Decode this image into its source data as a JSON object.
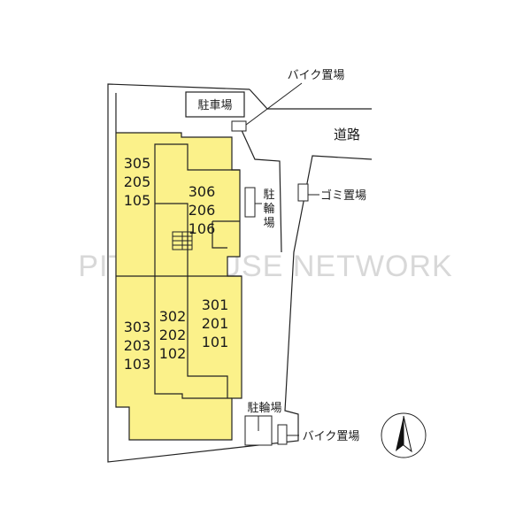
{
  "watermark": "PITAT HOUSE NETWORK",
  "colors": {
    "building_fill": "#fbf18a",
    "line": "#222222",
    "watermark": "#d8d8d8"
  },
  "units": {
    "west_top": [
      "305",
      "205",
      "105"
    ],
    "center_top": [
      "306",
      "206",
      "106"
    ],
    "west_bottom": [
      "303",
      "203",
      "103"
    ],
    "center_bottom": [
      "302",
      "202",
      "102"
    ],
    "east_bottom": [
      "301",
      "201",
      "101"
    ]
  },
  "labels": {
    "parking": "駐車場",
    "bike_parking_top": "バイク置場",
    "road": "道路",
    "garbage": "ゴミ置場",
    "bicycle_parking_side": [
      "駐",
      "輪",
      "場"
    ],
    "bicycle_parking_bottom": "駐輪場",
    "bike_parking_bottom": "バイク置場"
  },
  "compass": {
    "icon": "north-arrow-icon"
  }
}
